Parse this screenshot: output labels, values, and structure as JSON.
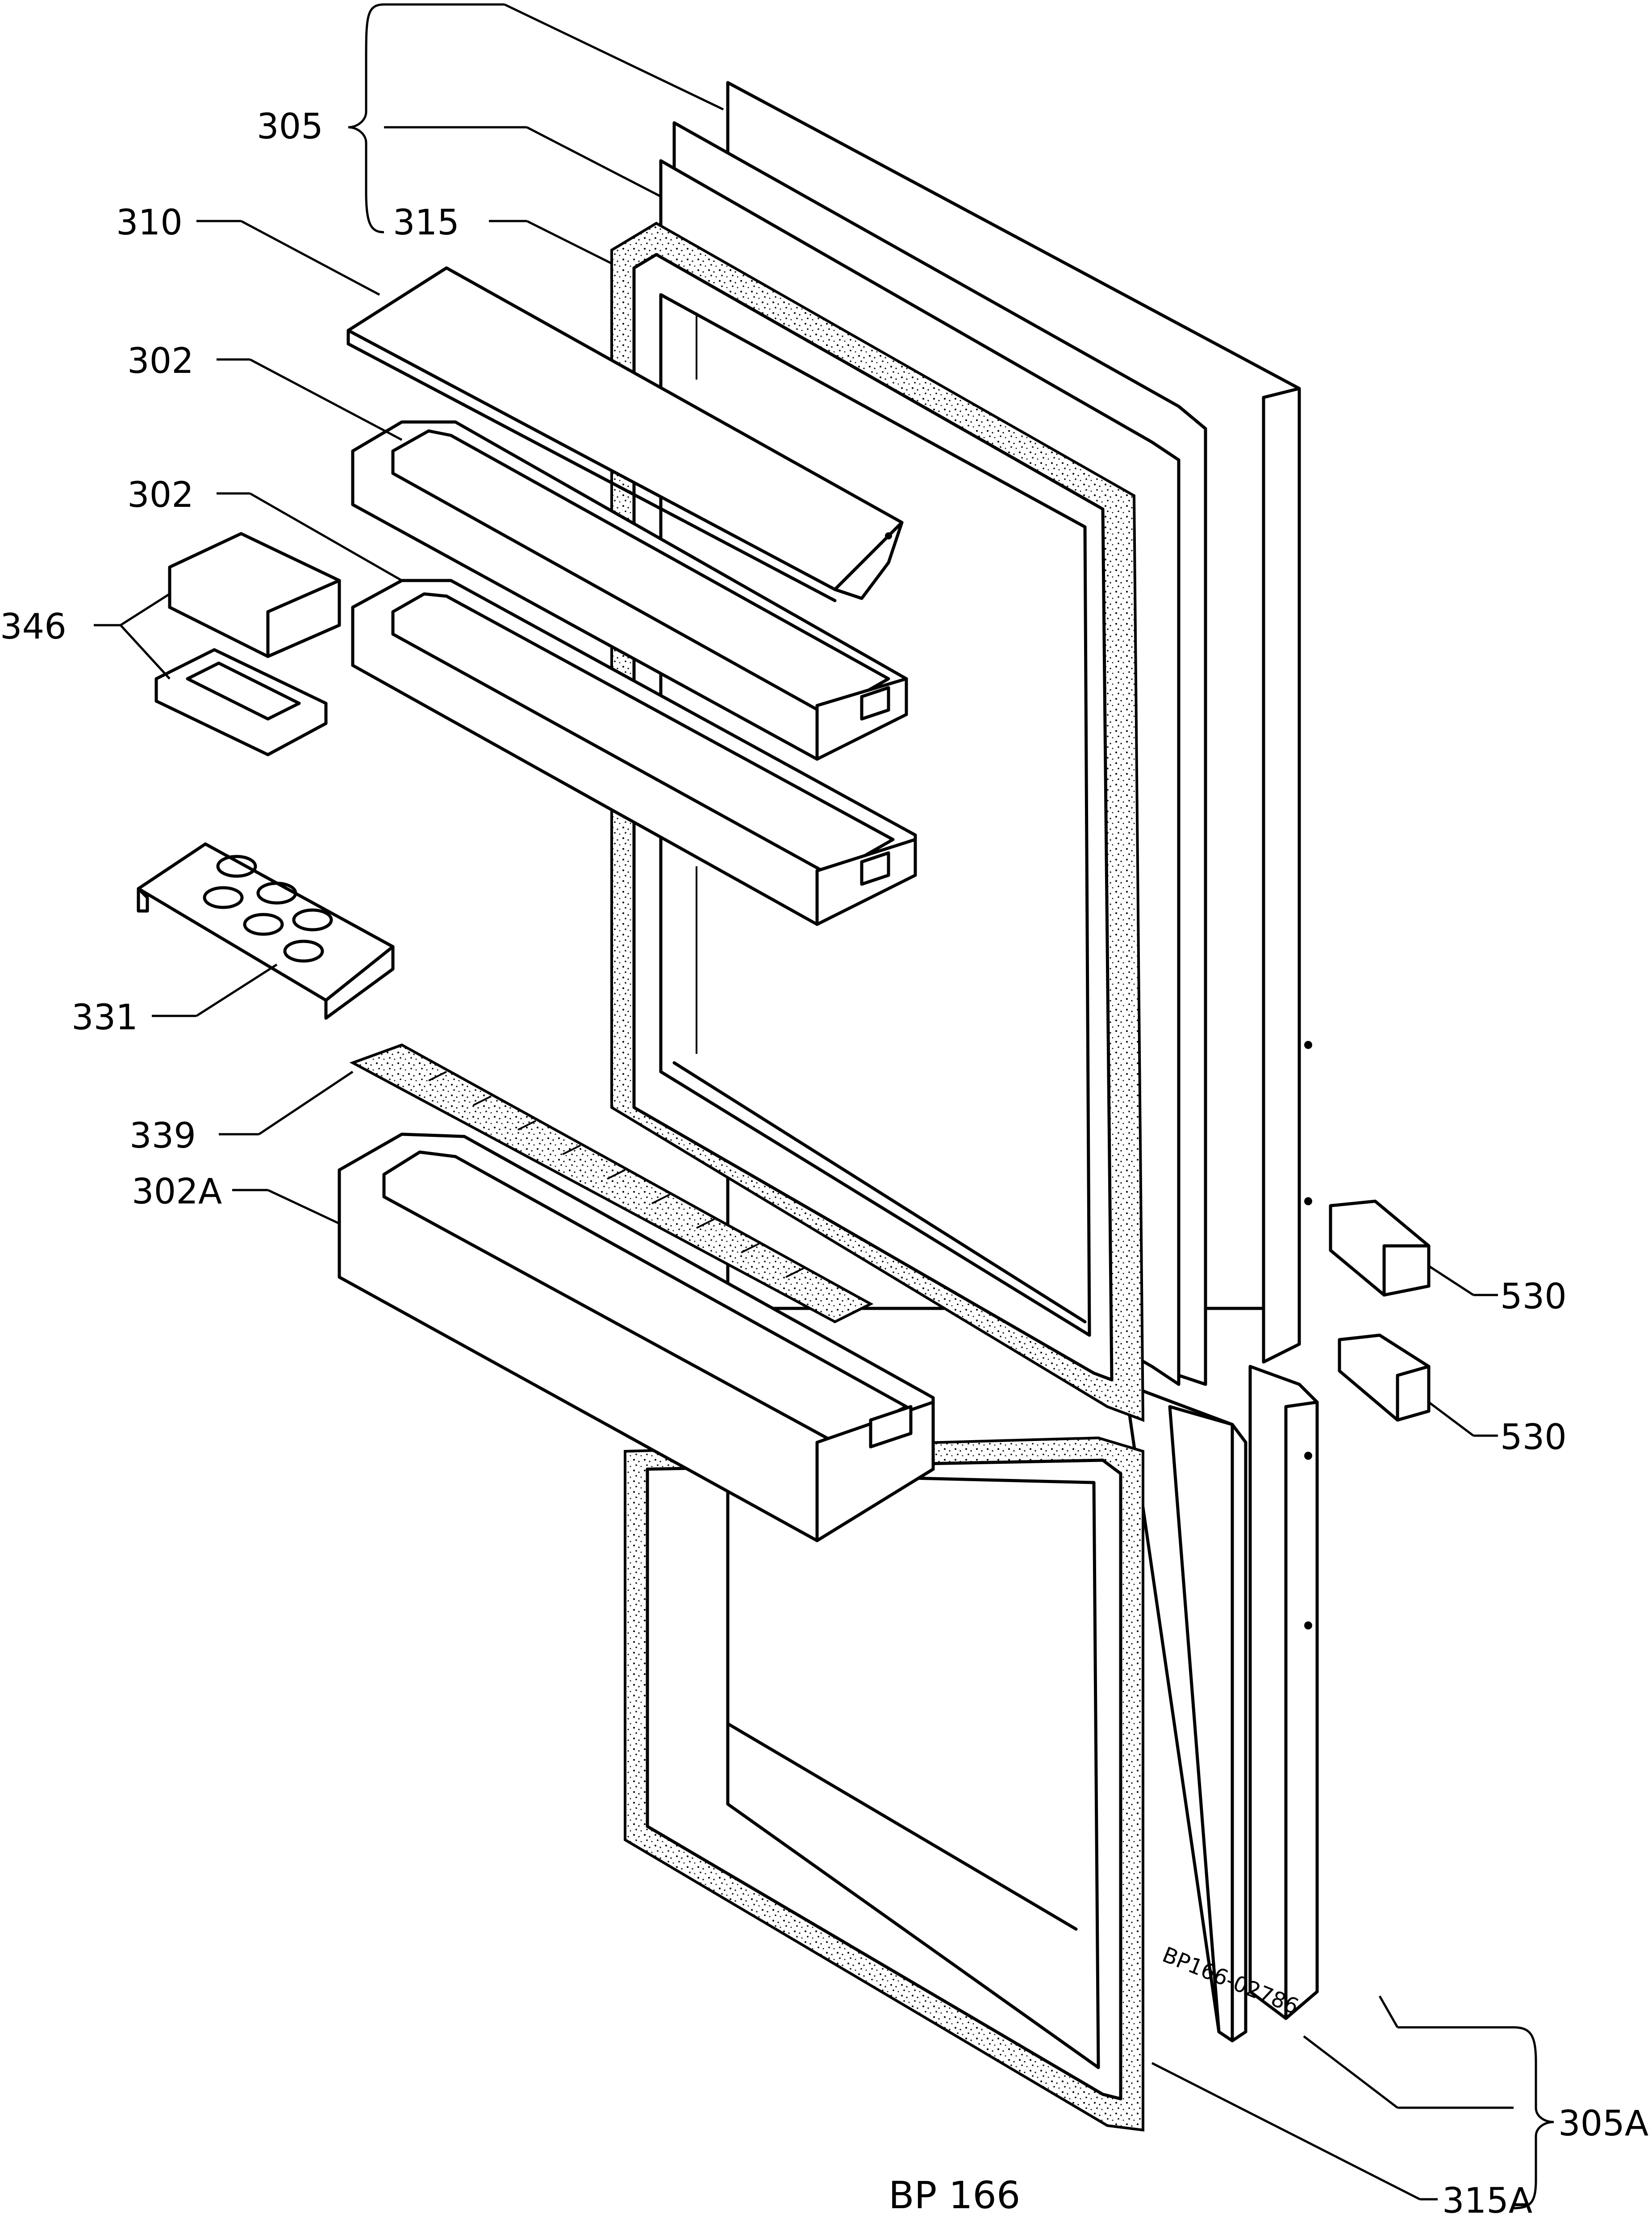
{
  "callouts": {
    "c305": "305",
    "c315": "315",
    "c310": "310",
    "c302_top": "302",
    "c302_mid": "302",
    "c346": "346",
    "c331": "331",
    "c339": "339",
    "c302a": "302A",
    "c530_top": "530",
    "c530_bottom": "530",
    "c305a": "305A",
    "c315a": "315A"
  },
  "drawing_code": "BP166-02786",
  "footer_label": "BP 166"
}
